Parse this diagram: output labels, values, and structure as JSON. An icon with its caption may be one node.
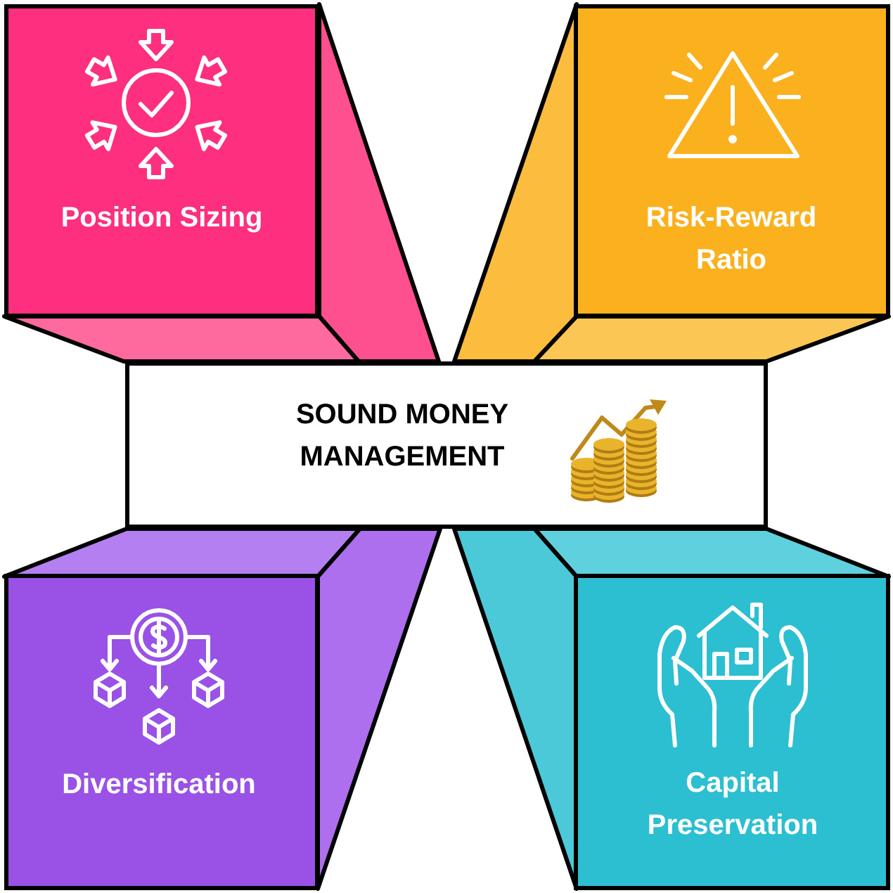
{
  "diagram": {
    "nodes": [
      {
        "text": [
          "Position Sizing"
        ]
      },
      {
        "text": [
          "Risk-Reward Ratio"
        ]
      },
      {
        "text": [
          "SOUND MONEY MANAGEMENT"
        ]
      },
      {
        "text": [
          "Diversification"
        ]
      },
      {
        "text": [
          "Capital Preservation"
        ]
      }
    ]
  }
}
